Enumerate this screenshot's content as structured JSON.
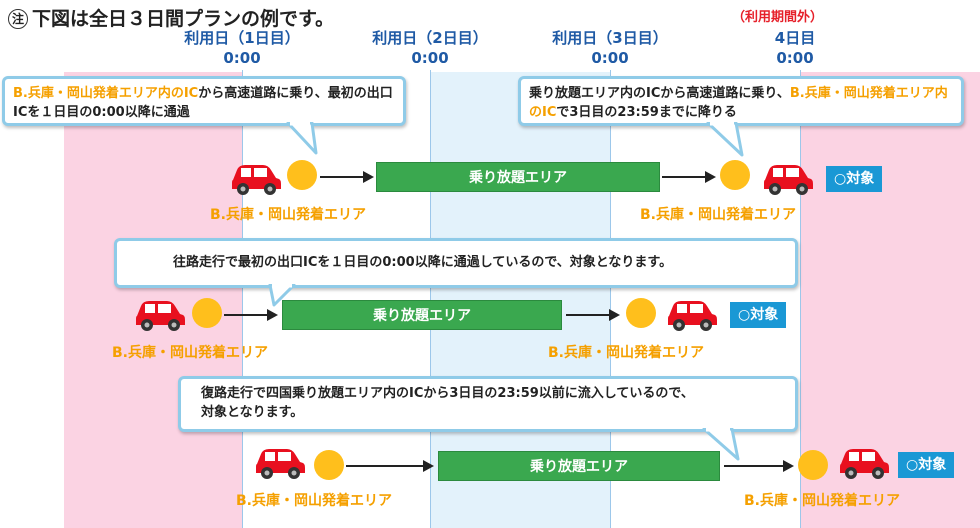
{
  "title": {
    "mark": "注",
    "text": "下図は全日３日間プランの例です。"
  },
  "timeline": {
    "day1": {
      "label": "利用日（1日目）",
      "time": "0:00"
    },
    "day2": {
      "label": "利用日（2日目）",
      "time": "0:00"
    },
    "day3": {
      "label": "利用日（3日目）",
      "time": "0:00"
    },
    "day4": {
      "note": "（利用期間外）",
      "label": "4日目",
      "time": "0:00"
    }
  },
  "colors": {
    "outside_band": "#fbd3e3",
    "day2_band": "#e3f2fb",
    "free_area_bar": "#3aa84f",
    "ic_point": "#ffbf1c",
    "car": "#e8101f",
    "badge": "#1a98d5",
    "area_text": "#f5a000",
    "day_label": "#1f5aa5"
  },
  "example1": {
    "callout_left": {
      "highlight": "B.兵庫・岡山発着エリア内のIC",
      "rest": "から高速道路に乗り、最初の出口ICを１日目の0:00以降に通過"
    },
    "callout_right": {
      "pre": "乗り放題エリア内のICから高速道路に乗り、",
      "highlight": "B.兵庫・岡山発着エリア内のIC",
      "rest": "で3日目の23:59までに降りる"
    },
    "start_area": "B.兵庫・岡山発着エリア",
    "bar_label": "乗り放題エリア",
    "end_area": "B.兵庫・岡山発着エリア",
    "badge": "○対象"
  },
  "example2": {
    "callout": "往路走行で最初の出口ICを１日目の0:00以降に通過しているので、対象となります。",
    "start_area": "B.兵庫・岡山発着エリア",
    "bar_label": "乗り放題エリア",
    "end_area": "B.兵庫・岡山発着エリア",
    "badge": "○対象"
  },
  "example3": {
    "callout_line1": "復路走行で四国乗り放題エリア内のICから3日目の23:59以前に流入しているので、",
    "callout_line2": "対象となります。",
    "start_area": "B.兵庫・岡山発着エリア",
    "bar_label": "乗り放題エリア",
    "end_area": "B.兵庫・岡山発着エリア",
    "badge": "○対象"
  }
}
